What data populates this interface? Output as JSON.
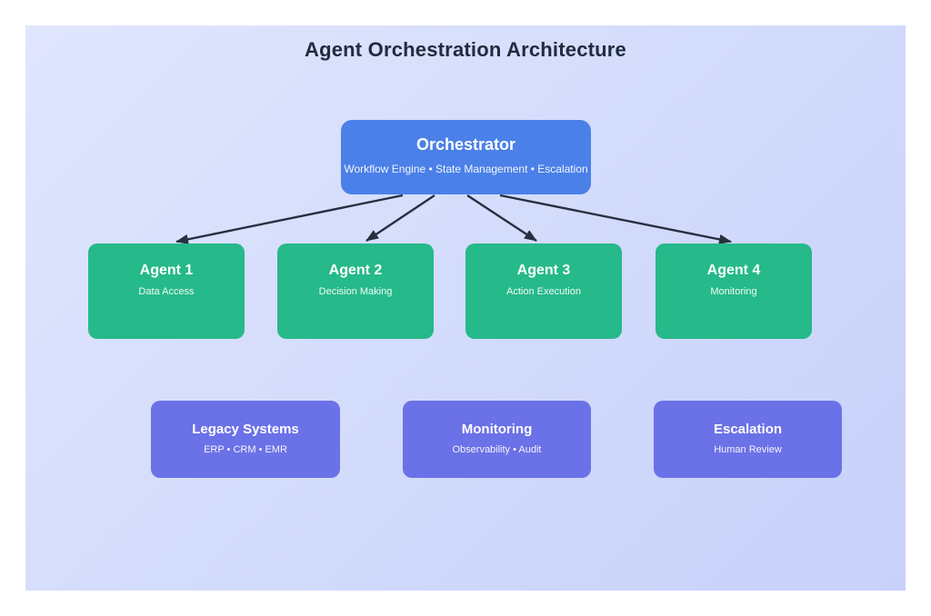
{
  "title": "Agent Orchestration Architecture",
  "colors": {
    "page-bg": "#ffffff",
    "panel-grad-start": "#e0e6fd",
    "panel-grad-end": "#c7d1fa",
    "node-orchestrator": "#4a80e8",
    "node-agent": "#26b98a",
    "node-system": "#6b71e7",
    "arrow": "#26303f",
    "heading": "#202c40",
    "node-text": "#ffffff"
  },
  "orchestrator": {
    "title": "Orchestrator",
    "subtitle": "Workflow Engine • State Management • Escalation"
  },
  "agents": [
    {
      "title": "Agent 1",
      "subtitle": "Data Access"
    },
    {
      "title": "Agent 2",
      "subtitle": "Decision Making"
    },
    {
      "title": "Agent 3",
      "subtitle": "Action Execution"
    },
    {
      "title": "Agent 4",
      "subtitle": "Monitoring"
    }
  ],
  "systems": [
    {
      "title": "Legacy Systems",
      "subtitle": "ERP • CRM • EMR"
    },
    {
      "title": "Monitoring",
      "subtitle": "Observability • Audit"
    },
    {
      "title": "Escalation",
      "subtitle": "Human Review"
    }
  ]
}
